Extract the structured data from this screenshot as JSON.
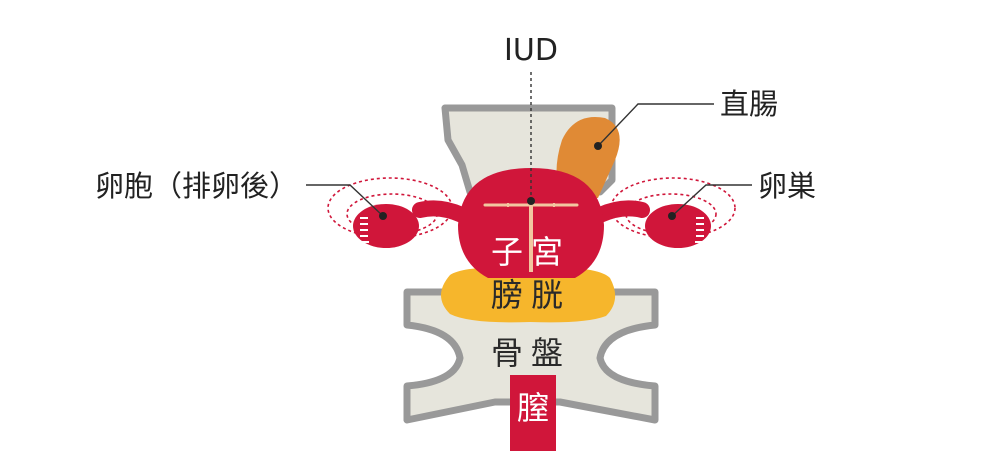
{
  "labels": {
    "iud": "IUD",
    "rectum": "直腸",
    "ovulated_ovary": "卵胞（排卵後）",
    "ovary": "卵巣",
    "uterus": "子宮",
    "bladder": "膀胱",
    "pelvis": "骨盤",
    "vagina": "膣"
  },
  "colors": {
    "uterus": "#d0163a",
    "bladder": "#f6b62c",
    "rectum": "#e08a35",
    "bone_fill": "#e6e5dc",
    "bone_stroke": "#999999",
    "leader": "#333333",
    "dotted_orbit": "#d0163a",
    "iud": "#f2c6a0"
  }
}
